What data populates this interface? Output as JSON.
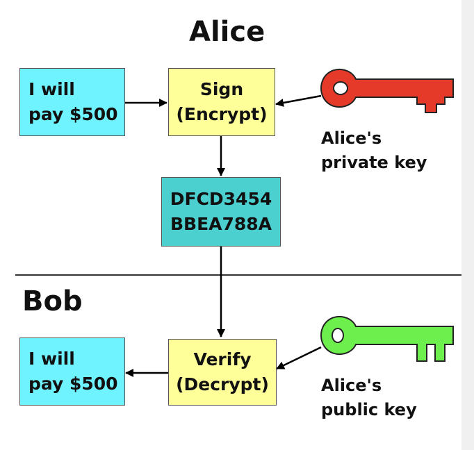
{
  "colors": {
    "message_box": "#6ff4ff",
    "process_box": "#ffff99",
    "hash_box": "#4ccfcf",
    "private_key": "#e53a2a",
    "public_key": "#6df04d",
    "divider": "#333333"
  },
  "alice": {
    "heading": "Alice",
    "message": {
      "line1": "I will",
      "line2": "pay $500"
    },
    "sign": {
      "line1": "Sign",
      "line2": "(Encrypt)"
    },
    "key_label": {
      "line1": "Alice's",
      "line2": "private key"
    },
    "key_icon": "key-icon"
  },
  "signature": {
    "line1": "DFCD3454",
    "line2": "BBEA788A"
  },
  "bob": {
    "heading": "Bob",
    "message": {
      "line1": "I will",
      "line2": "pay $500"
    },
    "verify": {
      "line1": "Verify",
      "line2": "(Decrypt)"
    },
    "key_label": {
      "line1": "Alice's",
      "line2": "public key"
    },
    "key_icon": "key-icon"
  }
}
